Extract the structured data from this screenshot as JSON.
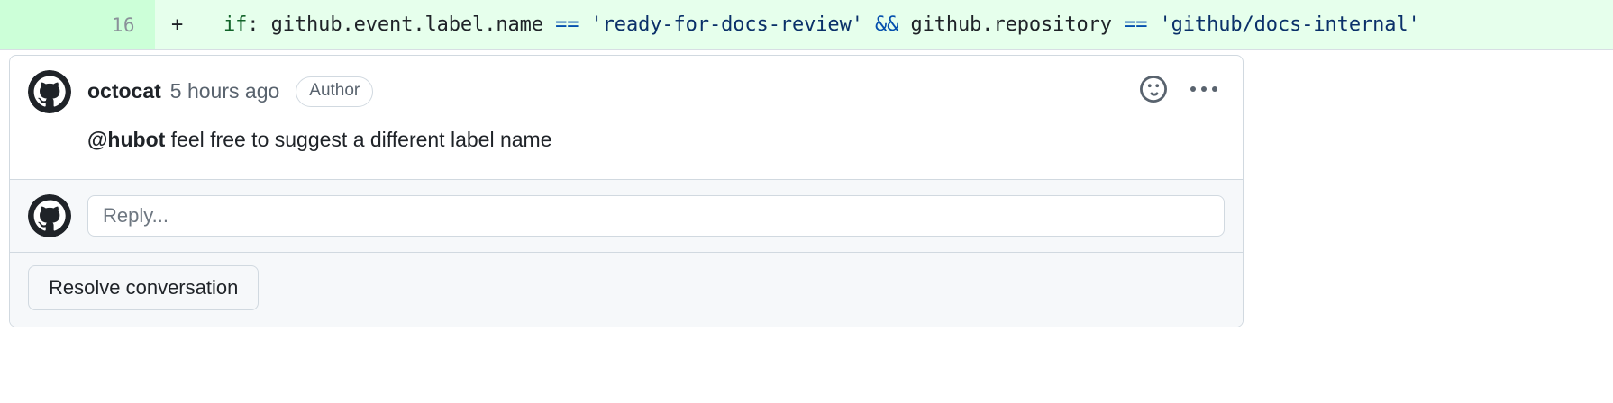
{
  "diff": {
    "line_number": "16",
    "marker": "+",
    "code": {
      "key": "if",
      "colon": ": ",
      "expr_a": "github.event.label.name ",
      "op_a": "== ",
      "str_a": "'ready-for-docs-review' ",
      "op_b": "&& ",
      "expr_b": "github.repository ",
      "op_c": "== ",
      "str_b": "'github/docs-internal'"
    },
    "full_text": "if: github.event.label.name == 'ready-for-docs-review' && github.repository == 'github/docs-internal'",
    "added_bg": "#e6ffec",
    "gutter_bg": "#ccffd8"
  },
  "comment": {
    "author": "octocat",
    "timestamp": "5 hours ago",
    "badge": "Author",
    "body_mention": "@hubot",
    "body_text": " feel free to suggest a different label name",
    "avatar_icon": "github-octocat-avatar",
    "reaction_icon": "smiley-icon",
    "menu_icon": "kebab-menu-icon"
  },
  "reply": {
    "placeholder": "Reply...",
    "avatar_icon": "github-octocat-avatar"
  },
  "footer": {
    "resolve_label": "Resolve conversation"
  }
}
